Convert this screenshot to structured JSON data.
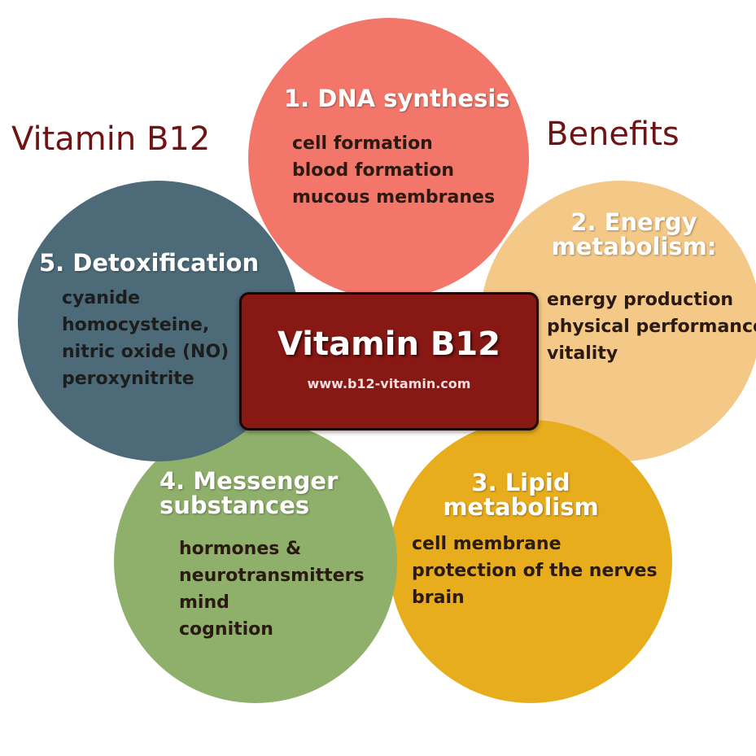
{
  "header": {
    "left_title": "Vitamin B12",
    "right_title": "Benefits"
  },
  "center": {
    "title": "Vitamin B12",
    "url": "www.b12-vitamin.com"
  },
  "benefits": [
    {
      "heading": "1. DNA synthesis",
      "items": [
        "cell formation",
        "blood formation",
        "mucous membranes"
      ],
      "color": "#f2776a"
    },
    {
      "heading": "2. Energy metabolism:",
      "items": [
        "energy production",
        "physical performance",
        "vitality"
      ],
      "color": "#f4c887"
    },
    {
      "heading": "3. Lipid metabolism",
      "items": [
        "cell membrane",
        "protection of the nerves",
        "brain"
      ],
      "color": "#e8ad1c"
    },
    {
      "heading": "4. Messenger substances",
      "items": [
        "hormones &",
        "neurotransmitters",
        "mind",
        "cognition"
      ],
      "color": "#8fb06a"
    },
    {
      "heading": "5. Detoxification",
      "items": [
        "cyanide",
        "homocysteine,",
        "nitric oxide (NO)",
        "peroxynitrite"
      ],
      "color": "#4c6a78"
    }
  ],
  "colors": {
    "title": "#6e1414",
    "center_box": "#871814"
  }
}
